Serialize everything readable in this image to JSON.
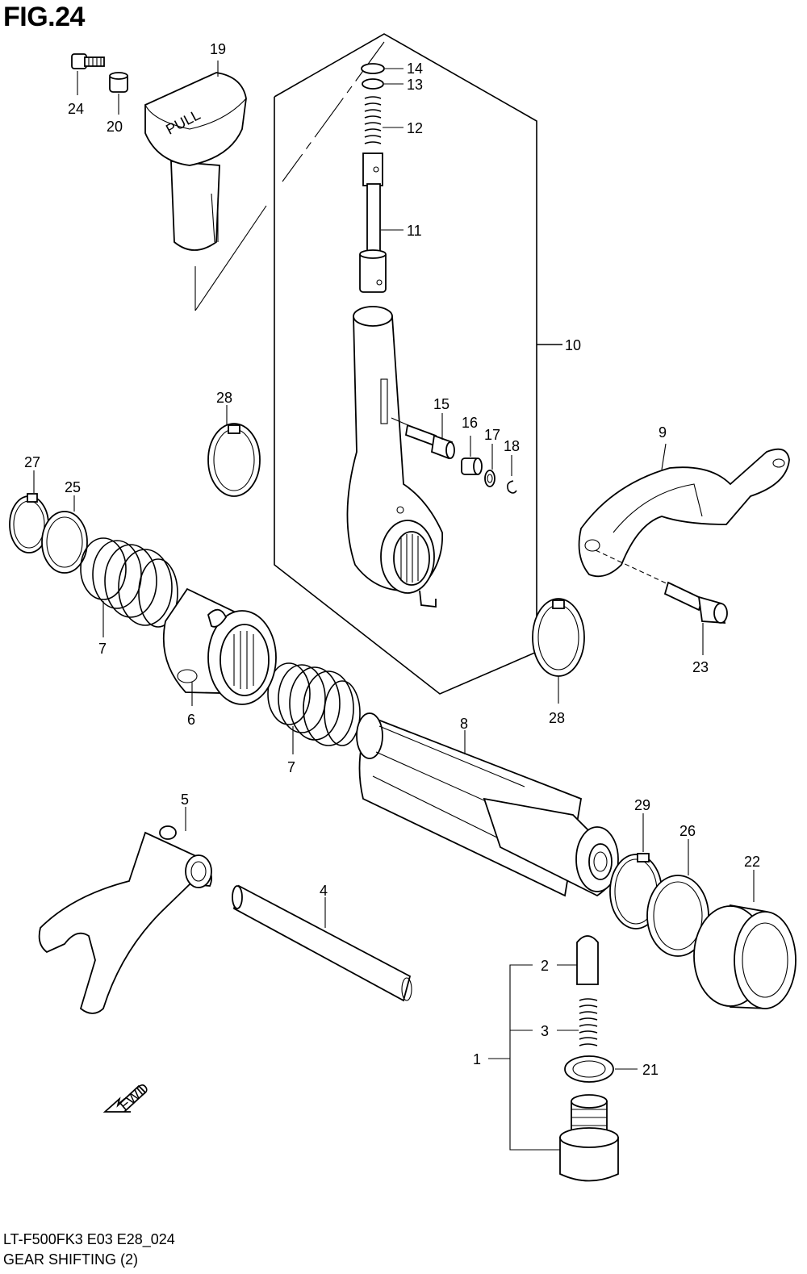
{
  "figure": {
    "title": "FIG.24",
    "model_code": "LT-F500FK3 E03 E28_024",
    "caption": "GEAR SHIFTING (2)"
  },
  "callouts": {
    "c1": "1",
    "c2": "2",
    "c3": "3",
    "c4": "4",
    "c5": "5",
    "c6": "6",
    "c7a": "7",
    "c7b": "7",
    "c8": "8",
    "c9": "9",
    "c10": "10",
    "c11": "11",
    "c12": "12",
    "c13": "13",
    "c14": "14",
    "c15": "15",
    "c16": "16",
    "c17": "17",
    "c18": "18",
    "c19": "19",
    "c20": "20",
    "c21": "21",
    "c22": "22",
    "c23": "23",
    "c24": "24",
    "c25": "25",
    "c26": "26",
    "c27": "27",
    "c28a": "28",
    "c28b": "28",
    "c29": "29"
  },
  "knob": {
    "embossed_text": "PULL"
  },
  "direction_arrow": {
    "label": "FWD"
  }
}
